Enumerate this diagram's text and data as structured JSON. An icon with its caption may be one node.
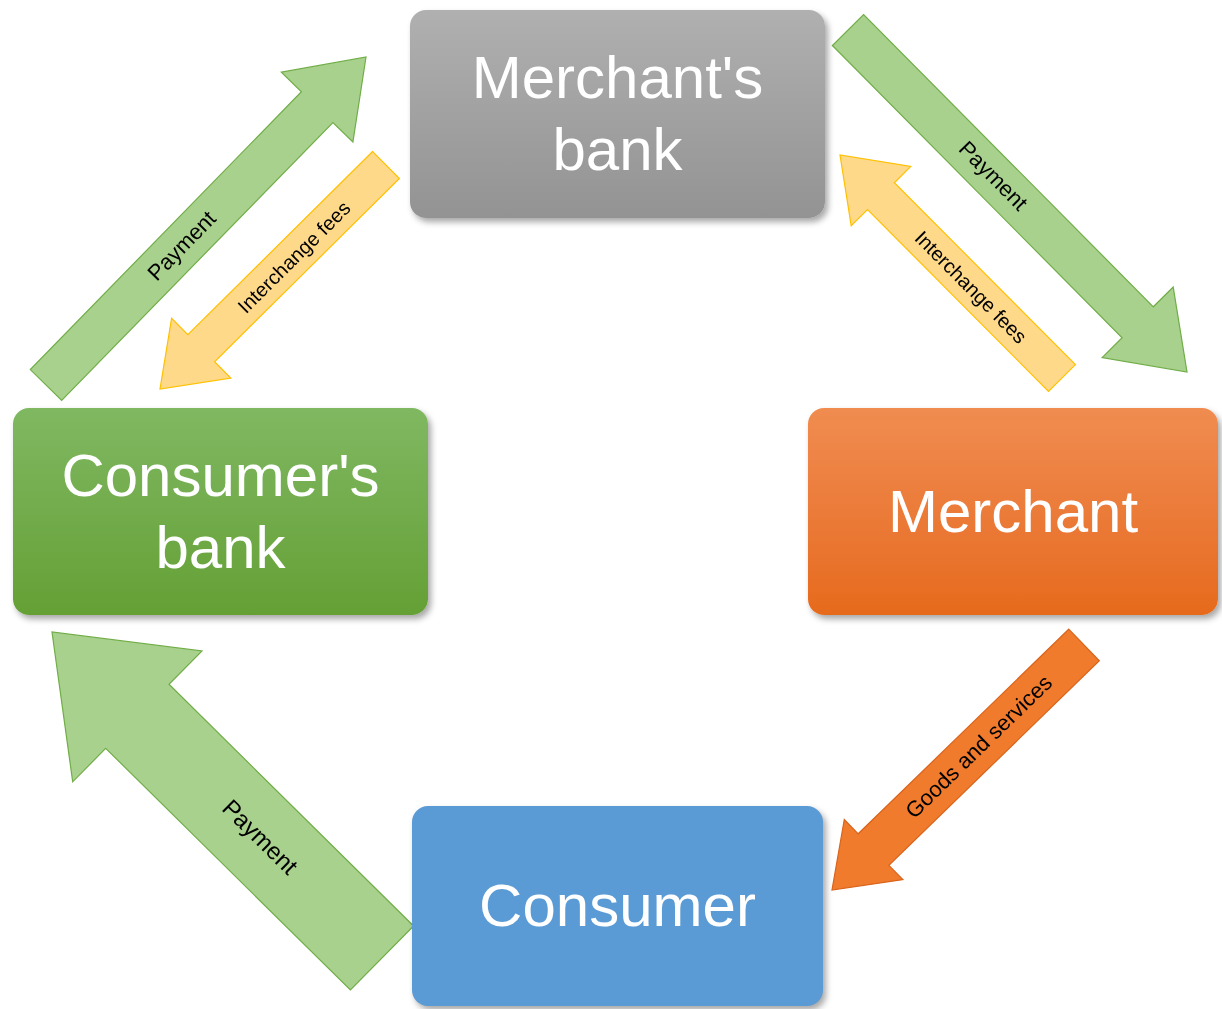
{
  "diagram": {
    "nodes": [
      {
        "text": [
          "Merchant's bank"
        ]
      },
      {
        "text": [
          "Consumer's bank"
        ]
      },
      {
        "text": [
          "Merchant"
        ]
      },
      {
        "text": [
          "Consumer"
        ]
      }
    ],
    "edges": [
      {
        "from": 1,
        "to": 0,
        "arrow": "to",
        "label": "Payment"
      },
      {
        "from": 0,
        "to": 1,
        "arrow": "to",
        "label": "Interchange fees",
        "color": "#ffd98a"
      },
      {
        "from": 0,
        "to": 2,
        "arrow": "to",
        "label": "Payment"
      },
      {
        "from": 2,
        "to": 0,
        "arrow": "to",
        "label": "Interchange fees",
        "color": "#ffd98a"
      },
      {
        "from": 2,
        "to": 3,
        "arrow": "to",
        "label": "Goods and services",
        "color": "#f07b2c"
      },
      {
        "from": 3,
        "to": 1,
        "arrow": "to",
        "label": "Payment"
      }
    ]
  }
}
